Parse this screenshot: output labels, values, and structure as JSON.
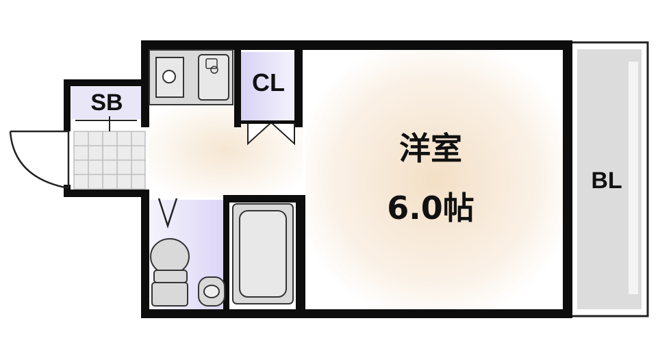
{
  "floorplan": {
    "rooms": {
      "main_room": {
        "name": "洋室",
        "size": "6.0帖"
      },
      "closet": {
        "label": "CL"
      },
      "shoe_box": {
        "label": "SB"
      },
      "balcony": {
        "label": "BL"
      }
    },
    "colors": {
      "wall": "#0d0d0d",
      "floor_tint": "#f6e8d6",
      "storage_tint": "#e4e0f6",
      "fixture_gray": "#d9d9d9",
      "tile_gray": "#e3e3e3"
    }
  }
}
